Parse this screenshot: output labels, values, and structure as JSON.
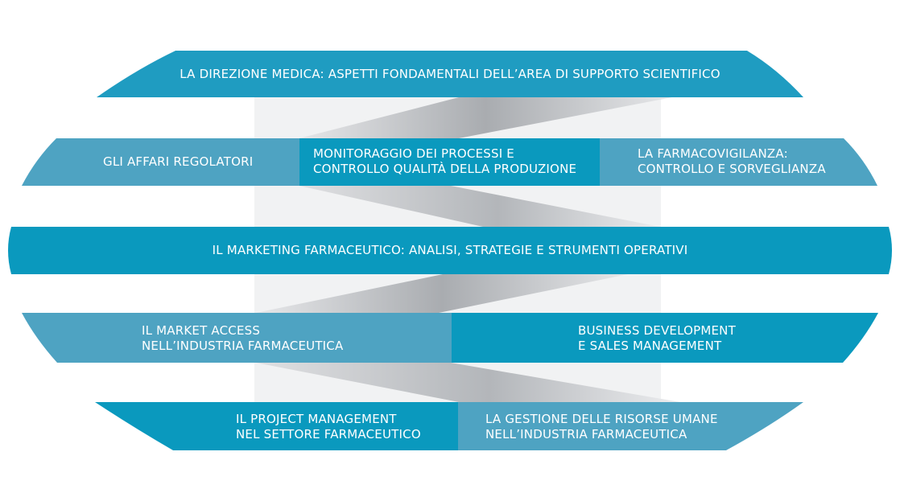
{
  "colors": {
    "band_primary": "#0a99be",
    "band_secondary": "#4ea3c2",
    "connector": "#b9bcc0",
    "backdrop": "#f1f2f3",
    "text": "#ffffff"
  },
  "rows": [
    {
      "id": "row1",
      "segments": [
        {
          "id": "direzione-medica",
          "lines": [
            "LA DIREZIONE MEDICA: ASPETTI FONDAMENTALI DELL’AREA DI SUPPORTO SCIENTIFICO"
          ]
        }
      ]
    },
    {
      "id": "row2",
      "segments": [
        {
          "id": "affari-regolatori",
          "lines": [
            "GLI AFFARI REGOLATORI"
          ]
        },
        {
          "id": "monitoraggio-processi",
          "lines": [
            "MONITORAGGIO DEI PROCESSI E",
            "CONTROLLO QUALITÀ DELLA  PRODUZIONE"
          ]
        },
        {
          "id": "farmacovigilanza",
          "lines": [
            "LA FARMACOVIGILANZA:",
            "CONTROLLO E SORVEGLIANZA"
          ]
        }
      ]
    },
    {
      "id": "row3",
      "segments": [
        {
          "id": "marketing-farmaceutico",
          "lines": [
            "IL MARKETING FARMACEUTICO: ANALISI, STRATEGIE E STRUMENTI OPERATIVI"
          ]
        }
      ]
    },
    {
      "id": "row4",
      "segments": [
        {
          "id": "market-access",
          "lines": [
            "IL MARKET ACCESS",
            "NELL’INDUSTRIA FARMACEUTICA"
          ]
        },
        {
          "id": "business-development",
          "lines": [
            "BUSINESS  DEVELOPMENT",
            "E SALES MANAGEMENT"
          ]
        }
      ]
    },
    {
      "id": "row5",
      "segments": [
        {
          "id": "project-management",
          "lines": [
            "IL PROJECT MANAGEMENT",
            "NEL SETTORE FARMACEUTICO"
          ]
        },
        {
          "id": "risorse-umane",
          "lines": [
            "LA GESTIONE DELLE RISORSE UMANE",
            "NELL’INDUSTRIA FARMACEUTICA"
          ]
        }
      ]
    }
  ]
}
